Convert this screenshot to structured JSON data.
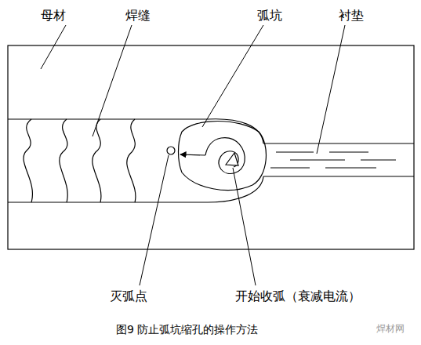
{
  "diagram": {
    "caption": "图9 防止弧坑缩孔的操作方法",
    "labels": [
      "母材",
      "焊缝",
      "弧坑",
      "衬垫",
      "灭弧点",
      "开始收弧（衰减电流）",
      "焊材网"
    ]
  }
}
